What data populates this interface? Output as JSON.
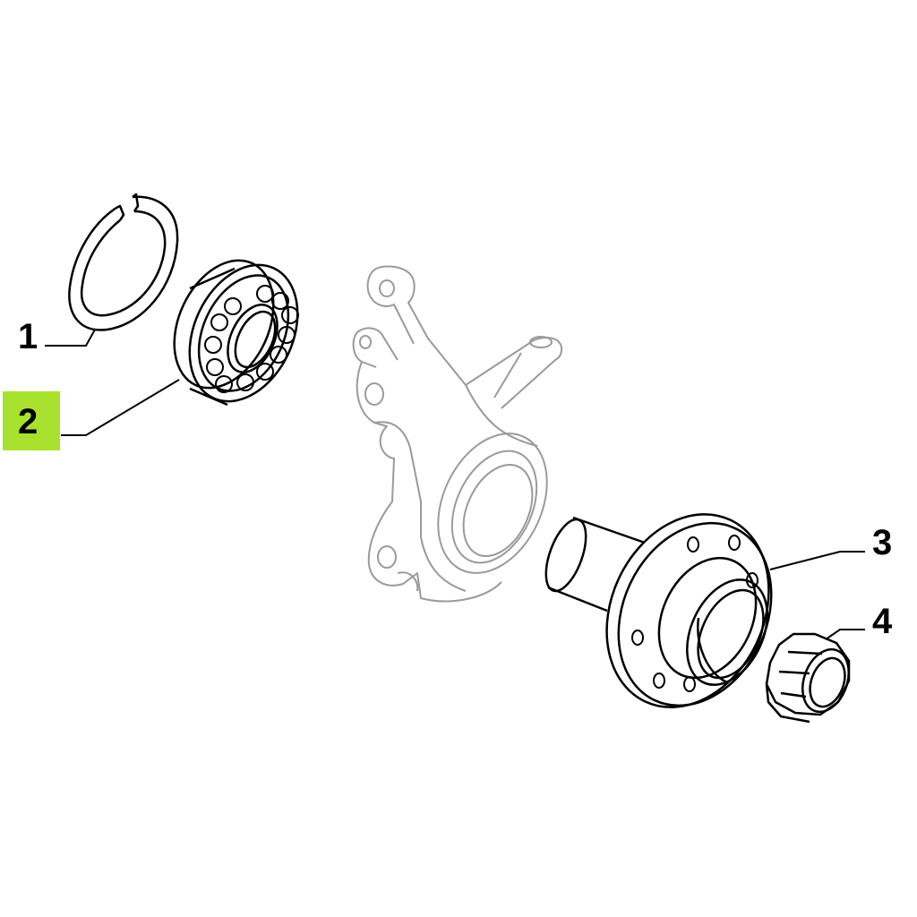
{
  "callouts": [
    {
      "number": "1",
      "part": "snap-ring"
    },
    {
      "number": "2",
      "part": "wheel-bearing",
      "highlighted": true
    },
    {
      "number": "3",
      "part": "wheel-hub"
    },
    {
      "number": "4",
      "part": "hub-nut"
    }
  ],
  "colors": {
    "highlight": "#a9e22e",
    "line": "#000000",
    "ghost_line": "#9a9a9a",
    "background": "#ffffff"
  }
}
